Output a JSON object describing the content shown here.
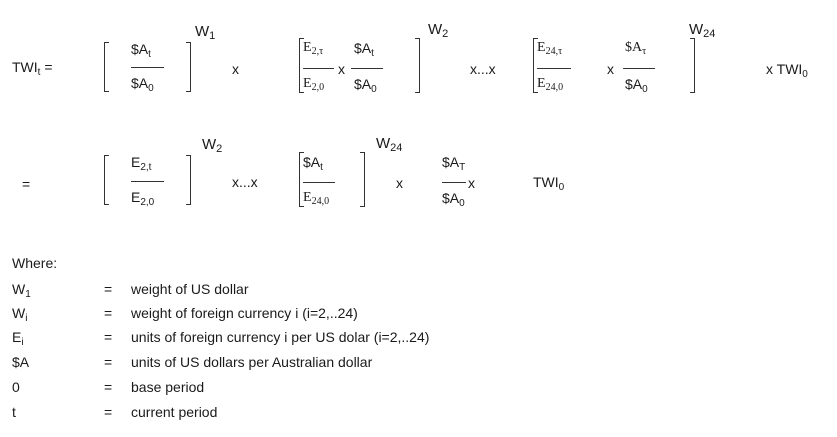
{
  "equation1": {
    "lhs": "TWI",
    "lhs_sub": "t",
    "lhs_eq": "=",
    "term1": {
      "num": "$A",
      "num_sub": "t",
      "den": "$A",
      "den_sub": "0",
      "exp": "W",
      "exp_sub": "1"
    },
    "op1": "x",
    "term2": {
      "left_num": "E",
      "left_num_sub": "2,τ",
      "left_den": "E",
      "left_den_sub": "2,0",
      "mid_op": "x",
      "right_num": "$A",
      "right_num_sub": "t",
      "right_den": "$A",
      "right_den_sub": "0",
      "exp": "W",
      "exp_sub": "2"
    },
    "op2": "x...x",
    "term3": {
      "left_num": "E",
      "left_num_sub": "24,τ",
      "left_den": "E",
      "left_den_sub": "24,0",
      "mid_op": "x",
      "right_num": "$A",
      "right_num_sub": "τ",
      "right_den": "$A",
      "right_den_sub": "0",
      "exp": "W",
      "exp_sub": "24"
    },
    "tail": "x TWI",
    "tail_sub": "0"
  },
  "equation2": {
    "eq": "=",
    "term1": {
      "num": "E",
      "num_sub": "2,t",
      "den": "E",
      "den_sub": "2,0",
      "exp": "W",
      "exp_sub": "2"
    },
    "op1": "x...x",
    "term2": {
      "num": "$A",
      "num_sub": "t",
      "den": "E",
      "den_sub": "24,0",
      "exp": "W",
      "exp_sub": "24"
    },
    "op2": "x",
    "term3": {
      "num": "$A",
      "num_sub": "T",
      "den": "$A",
      "den_sub": "0",
      "op": "x"
    },
    "tail": "TWI",
    "tail_sub": "0"
  },
  "definitions": {
    "heading": "Where:",
    "rows": [
      {
        "symbol": "W",
        "symbol_sub": "1",
        "eq": "=",
        "text": "weight of US dollar"
      },
      {
        "symbol": "W",
        "symbol_sub": "i",
        "eq": "=",
        "text": "weight of foreign currency i (i=2,..24)"
      },
      {
        "symbol": "E",
        "symbol_sub": "i",
        "eq": "=",
        "text": "units of foreign currency i per US dolar (i=2,..24)"
      },
      {
        "symbol": "$A",
        "symbol_sub": "",
        "eq": "=",
        "text": "units of US dollars per Australian dollar"
      },
      {
        "symbol": "0",
        "symbol_sub": "",
        "eq": "=",
        "text": "base period"
      },
      {
        "symbol": "t",
        "symbol_sub": "",
        "eq": "=",
        "text": "current period"
      }
    ]
  }
}
